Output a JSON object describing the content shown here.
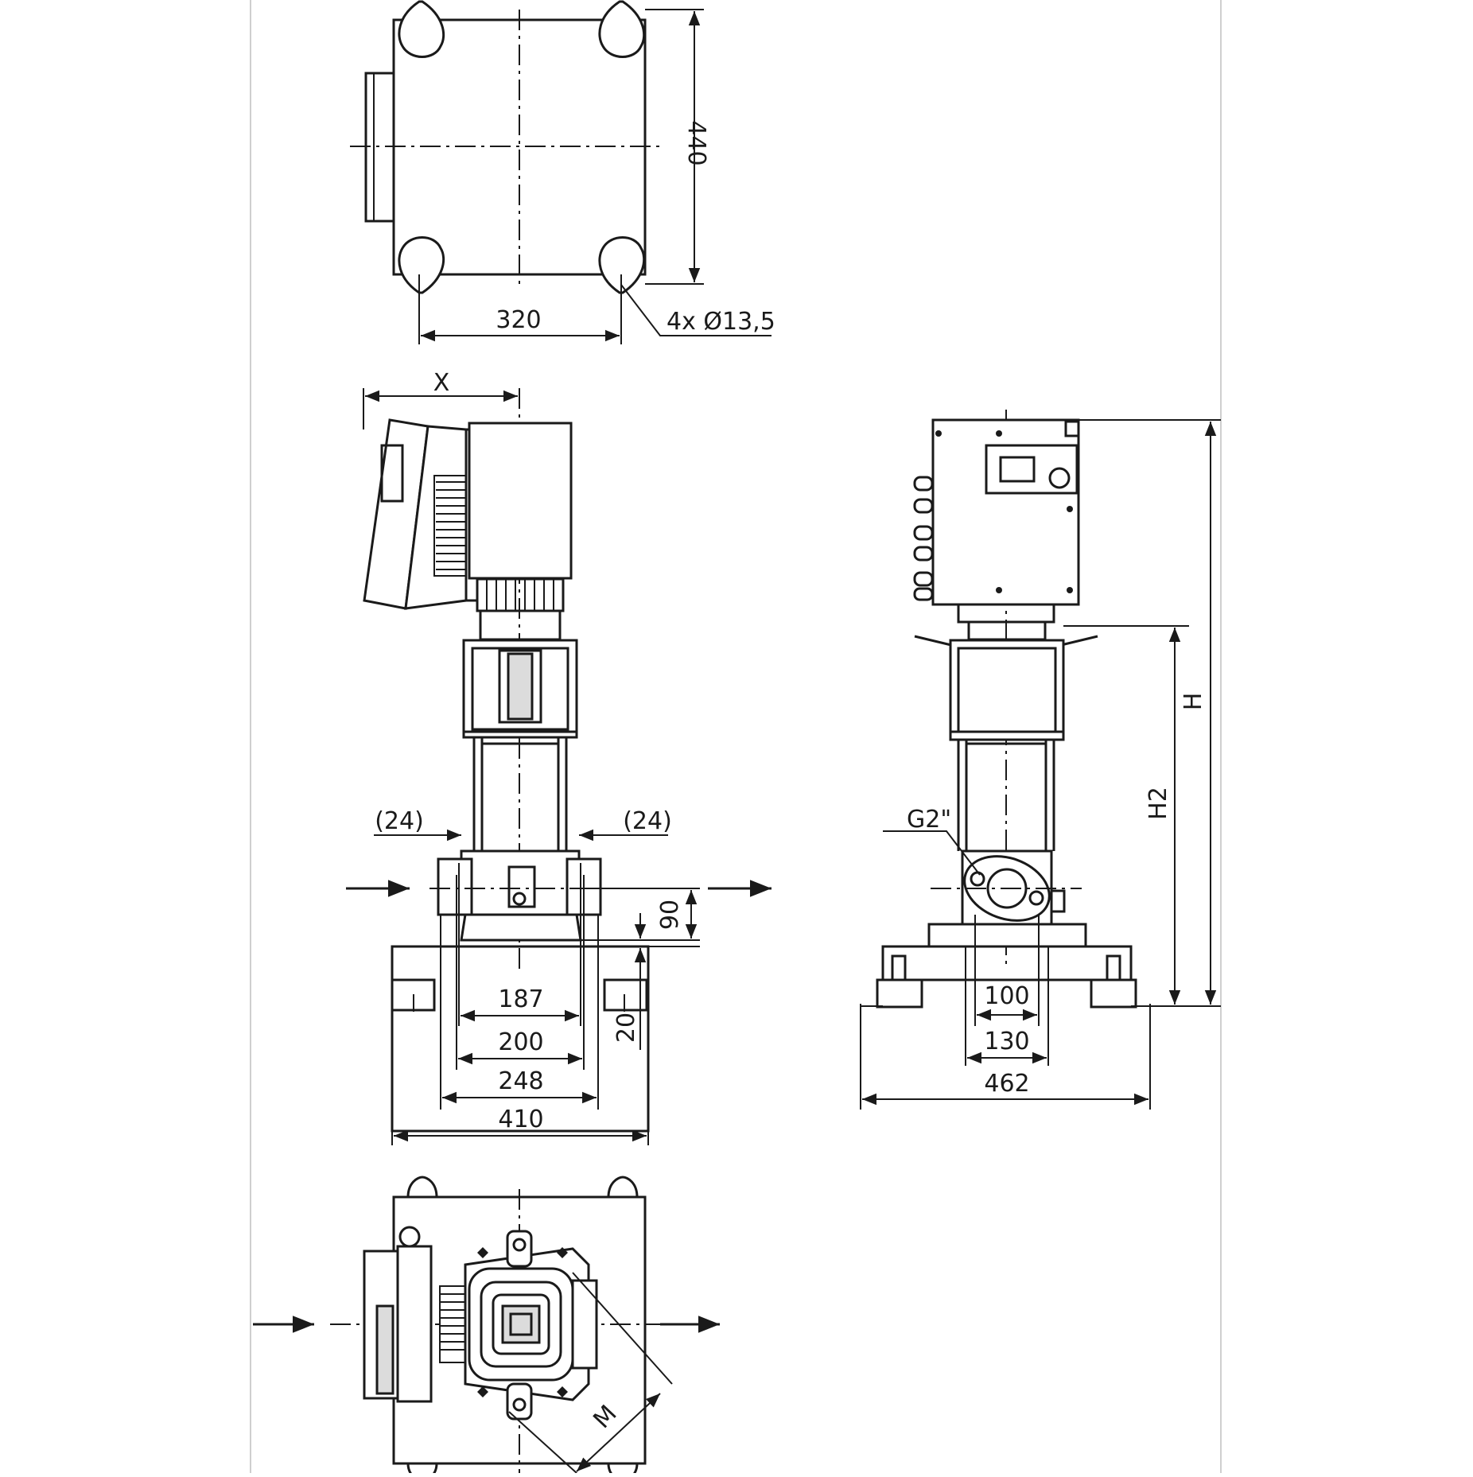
{
  "drawing": {
    "dims": {
      "top_width": "320",
      "top_depth": "440",
      "holes": "4x Ø13,5",
      "motor_x": "X",
      "gap_left": "(24)",
      "gap_right": "(24)",
      "port_height": "90",
      "base_height": "20",
      "d187": "187",
      "d200": "200",
      "d248": "248",
      "d410": "410",
      "connection": "G2\"",
      "h_total": "H",
      "h2": "H2",
      "d100": "100",
      "d130": "130",
      "d462": "462",
      "motor_m": "M"
    }
  }
}
